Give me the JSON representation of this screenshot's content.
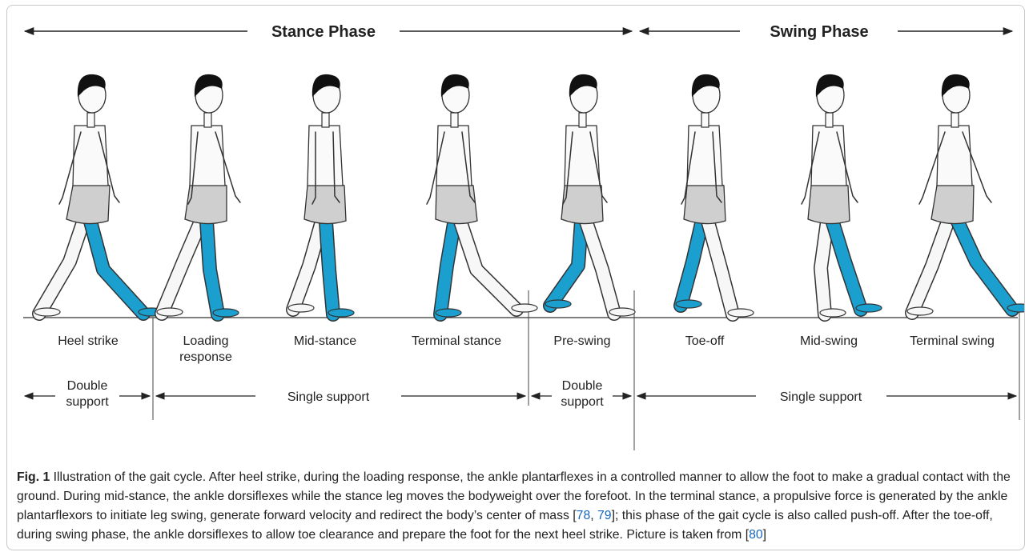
{
  "phases": {
    "stance": "Stance Phase",
    "swing": "Swing Phase"
  },
  "poses": [
    {
      "label": "Heel strike"
    },
    {
      "label": "Loading response"
    },
    {
      "label": "Mid-stance"
    },
    {
      "label": "Terminal stance"
    },
    {
      "label": "Pre-swing"
    },
    {
      "label": "Toe-off"
    },
    {
      "label": "Mid-swing"
    },
    {
      "label": "Terminal swing"
    }
  ],
  "support": {
    "double1": {
      "line1": "Double",
      "line2": "support"
    },
    "single1": "Single support",
    "double2": {
      "line1": "Double",
      "line2": "support"
    },
    "single2": "Single support"
  },
  "leg_color": "#1a9fcf",
  "caption": {
    "fig_no": "Fig. 1",
    "text_a": " Illustration of the gait cycle. After heel strike, during the loading response, the ankle plantarflexes in a controlled manner to allow the foot to make a gradual contact with the ground. During mid-stance, the ankle dorsiflexes while the stance leg moves the bodyweight over the forefoot. In the terminal stance, a propulsive force is generated by the ankle plantarflexors to initiate leg swing, generate forward velocity and redirect the body’s center of mass [",
    "ref1": "78",
    "sep": ", ",
    "ref2": "79",
    "text_b": "]; this phase of the gait cycle is also called push-off. After the toe-off, during swing phase, the ankle dorsiflexes to allow toe clearance and prepare the foot for the next heel strike. Picture is taken from [",
    "ref3": "80",
    "text_c": "]"
  }
}
